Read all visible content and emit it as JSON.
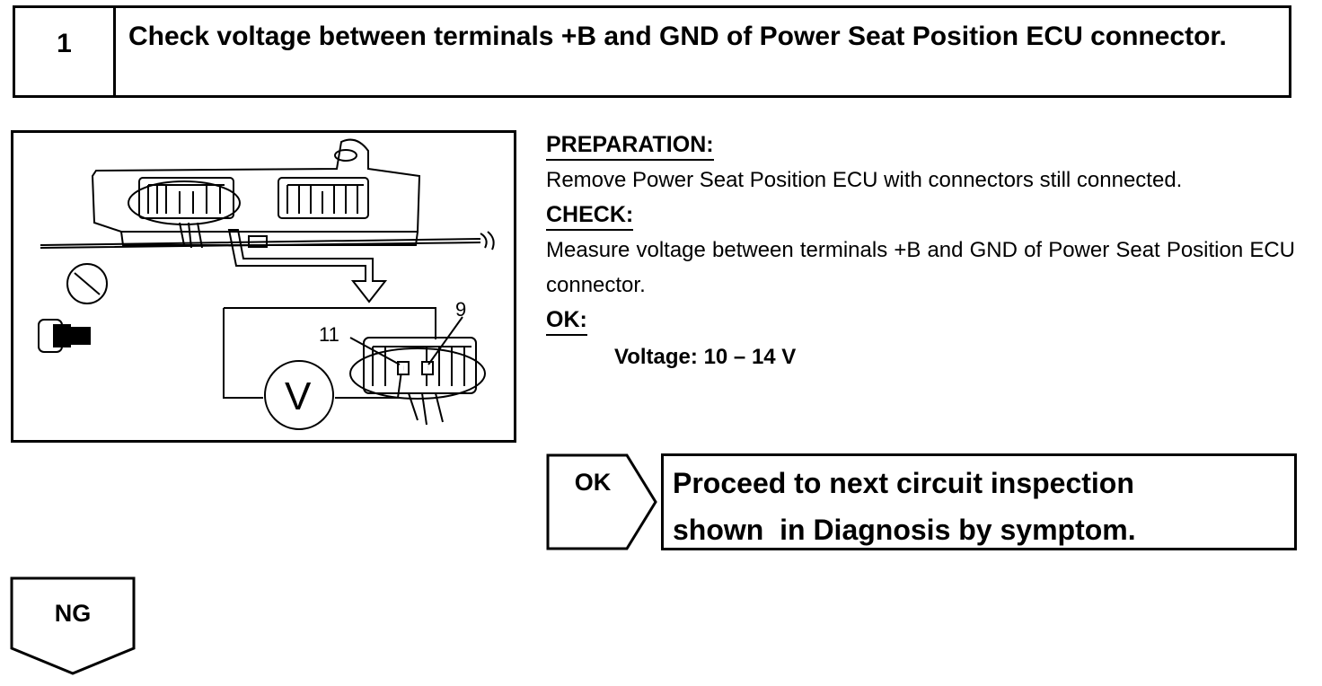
{
  "step": {
    "number": "1",
    "title": "Check voltage between terminals +B and GND of Power Seat Position ECU connector."
  },
  "illustration": {
    "terminal_labels": [
      "11",
      "9"
    ],
    "meter_symbol": "V",
    "icons": [
      "ignition-off-icon",
      "connector-icon",
      "voltmeter-icon"
    ]
  },
  "instructions": {
    "preparation_heading": "PREPARATION:",
    "preparation_text": "Remove Power Seat Position ECU with connectors still connected.",
    "check_heading": "CHECK:",
    "check_text": "Measure voltage between terminals +B and GND of Power Seat Position ECU connector.",
    "ok_heading": "OK:",
    "spec": "Voltage: 10 – 14 V"
  },
  "result_ok": {
    "label": "OK",
    "line1": "Proceed to next circuit inspection",
    "line2": "shown  in Diagnosis by symptom."
  },
  "result_ng": {
    "label": "NG"
  }
}
